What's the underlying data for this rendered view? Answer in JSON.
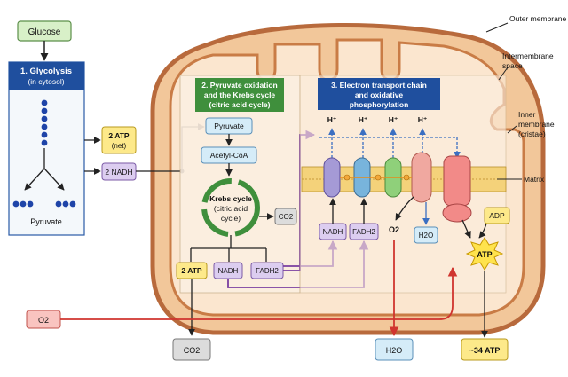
{
  "glucose": "Glucose",
  "glycolysis": {
    "title1": "1. Glycolysis",
    "title2": "(in cytosol)",
    "product": "Pyruvate"
  },
  "atp_net": {
    "line1": "2 ATP",
    "line2": "(net)"
  },
  "nadh_glycolysis": "2 NADH",
  "krebs_header": {
    "line1": "2. Pyruvate oxidation",
    "line2": "and the Krebs cycle",
    "line3": "(citric acid cycle)"
  },
  "pyruvate": "Pyruvate",
  "acetyl_coa": "Acetyl-CoA",
  "krebs_cycle": {
    "line1": "Krebs cycle",
    "line2": "(citric acid",
    "line3": "cycle)"
  },
  "co2": "CO2",
  "krebs_products": {
    "atp": "2 ATP",
    "nadh": "NADH",
    "fadh2": "FADH2"
  },
  "etc_header": {
    "line1": "3. Electron transport chain",
    "line2": "and oxidative",
    "line3": "phosphorylation"
  },
  "h_plus": "H⁺",
  "etc_inputs": {
    "nadh": "NADH",
    "fadh2": "FADH2"
  },
  "o2": "O2",
  "h2o": "H2O",
  "adp": "ADP",
  "atp": "ATP",
  "labels": {
    "outer_membrane": "Outer membrane",
    "intermembrane1": "Intermembrane",
    "intermembrane2": "space",
    "inner1": "Inner",
    "inner2": "membrane",
    "inner3": "(cristae)",
    "matrix": "Matrix"
  },
  "final": {
    "co2": "CO2",
    "h2o": "H2O",
    "atp": "~34 ATP"
  },
  "colors": {
    "outer_membrane": "#b86a3c",
    "intermembrane": "#f2c79a",
    "matrix": "#fbe6cf",
    "green_header": "#3f8f3c",
    "blue_header": "#1f4f9e",
    "yellow_box": "#fde98a",
    "purple_box": "#dccdf0",
    "cyan_box": "#d5ecf8",
    "red_arrow": "#d0352f",
    "purple_arrow": "#7a3ea0",
    "dashed_blue": "#3b6fc2"
  }
}
